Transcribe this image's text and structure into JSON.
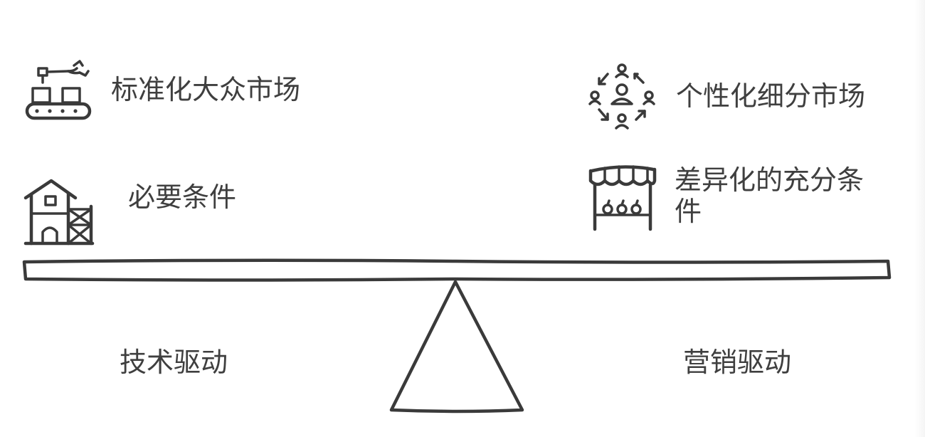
{
  "left": {
    "top_item": {
      "text": "标准化大众市场",
      "icon": "conveyor-robot-arm-icon"
    },
    "bottom_item": {
      "text": "必要条件",
      "icon": "house-scaffold-icon"
    },
    "side_label": "技术驱动"
  },
  "right": {
    "top_item": {
      "text": "个性化细分市场",
      "icon": "people-cycle-icon"
    },
    "bottom_item": {
      "text": "差异化的充分条件",
      "icon": "market-stall-icon"
    },
    "side_label": "营销驱动"
  },
  "colors": {
    "ink": "#3a3a3a",
    "text": "#3f3f3f",
    "background": "#ffffff"
  }
}
